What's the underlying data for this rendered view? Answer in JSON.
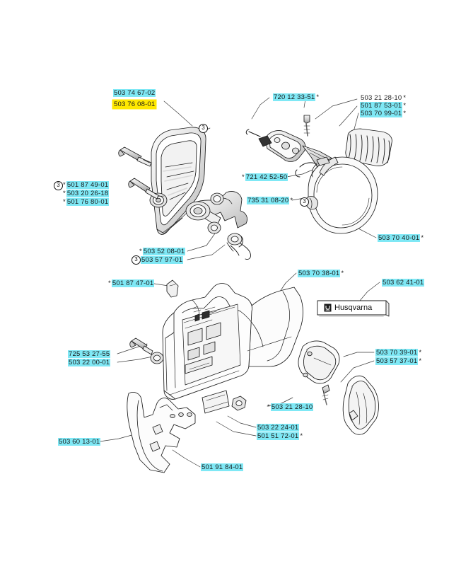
{
  "diagram": {
    "title": "Husqvarna Chain Brake / Clutch Cover Assembly Parts Diagram",
    "brand_badge": "Husqvarna",
    "highlight_color": "#ffe800",
    "callout_color": "#7fe8f5",
    "line_color": "#1a1a1a",
    "background": "#ffffff"
  },
  "item_markers": [
    {
      "id": "m1",
      "label": "3"
    },
    {
      "id": "m2",
      "label": "3"
    },
    {
      "id": "m3",
      "label": "3"
    },
    {
      "id": "m4",
      "label": "3"
    }
  ],
  "labels": [
    {
      "id": "l01",
      "text": "503 74 67-02",
      "highlight": "cyan",
      "prefix": "",
      "suffix": ""
    },
    {
      "id": "l02",
      "text": "503 76 08-01",
      "highlight": "yellow",
      "prefix": "",
      "suffix": ""
    },
    {
      "id": "l03",
      "text": "501 87 49-01",
      "highlight": "cyan",
      "prefix": "*",
      "suffix": ""
    },
    {
      "id": "l04",
      "text": "503 20 26-18",
      "highlight": "cyan",
      "prefix": "*",
      "suffix": ""
    },
    {
      "id": "l05",
      "text": "501 76 80-01",
      "highlight": "cyan",
      "prefix": "*",
      "suffix": ""
    },
    {
      "id": "l06",
      "text": "720 12 33-51",
      "highlight": "cyan",
      "prefix": "",
      "suffix": "*"
    },
    {
      "id": "l07",
      "text": "503 21 28-10",
      "highlight": "none",
      "prefix": "",
      "suffix": "*"
    },
    {
      "id": "l08",
      "text": "501 87 53-01",
      "highlight": "cyan",
      "prefix": "",
      "suffix": "*"
    },
    {
      "id": "l09",
      "text": "503 70 99-01",
      "highlight": "cyan",
      "prefix": "",
      "suffix": "*"
    },
    {
      "id": "l10",
      "text": "721 42 52-50",
      "highlight": "cyan",
      "prefix": "*",
      "suffix": ""
    },
    {
      "id": "l11",
      "text": "735 31 08-20",
      "highlight": "cyan",
      "prefix": "",
      "suffix": "*"
    },
    {
      "id": "l12",
      "text": "503 70 40-01",
      "highlight": "cyan",
      "prefix": "",
      "suffix": "*"
    },
    {
      "id": "l13",
      "text": "503 52 08-01",
      "highlight": "cyan",
      "prefix": "*",
      "suffix": ""
    },
    {
      "id": "l14",
      "text": "503 57 97-01",
      "highlight": "cyan",
      "prefix": "",
      "suffix": ""
    },
    {
      "id": "l15",
      "text": "501 87 47-01",
      "highlight": "cyan",
      "prefix": "*",
      "suffix": ""
    },
    {
      "id": "l16",
      "text": "503 70 38-01",
      "highlight": "cyan",
      "prefix": "",
      "suffix": "*"
    },
    {
      "id": "l17",
      "text": "503 62 41-01",
      "highlight": "cyan",
      "prefix": "",
      "suffix": ""
    },
    {
      "id": "l18",
      "text": "725 53 27-55",
      "highlight": "cyan",
      "prefix": "",
      "suffix": ""
    },
    {
      "id": "l19",
      "text": "503 22 00-01",
      "highlight": "cyan",
      "prefix": "",
      "suffix": ""
    },
    {
      "id": "l20",
      "text": "503 70 39-01",
      "highlight": "cyan",
      "prefix": "",
      "suffix": "*"
    },
    {
      "id": "l21",
      "text": "503 57 37-01",
      "highlight": "cyan",
      "prefix": "",
      "suffix": "*"
    },
    {
      "id": "l22",
      "text": "503 21 28-10",
      "highlight": "cyan",
      "prefix": "*",
      "suffix": ""
    },
    {
      "id": "l23",
      "text": "503 22 24-01",
      "highlight": "cyan",
      "prefix": "",
      "suffix": ""
    },
    {
      "id": "l24",
      "text": "501 51 72-01",
      "highlight": "cyan",
      "prefix": "",
      "suffix": "*"
    },
    {
      "id": "l25",
      "text": "503 60 13-01",
      "highlight": "cyan",
      "prefix": "",
      "suffix": ""
    },
    {
      "id": "l26",
      "text": "501 91 84-01",
      "highlight": "cyan",
      "prefix": "",
      "suffix": ""
    }
  ]
}
